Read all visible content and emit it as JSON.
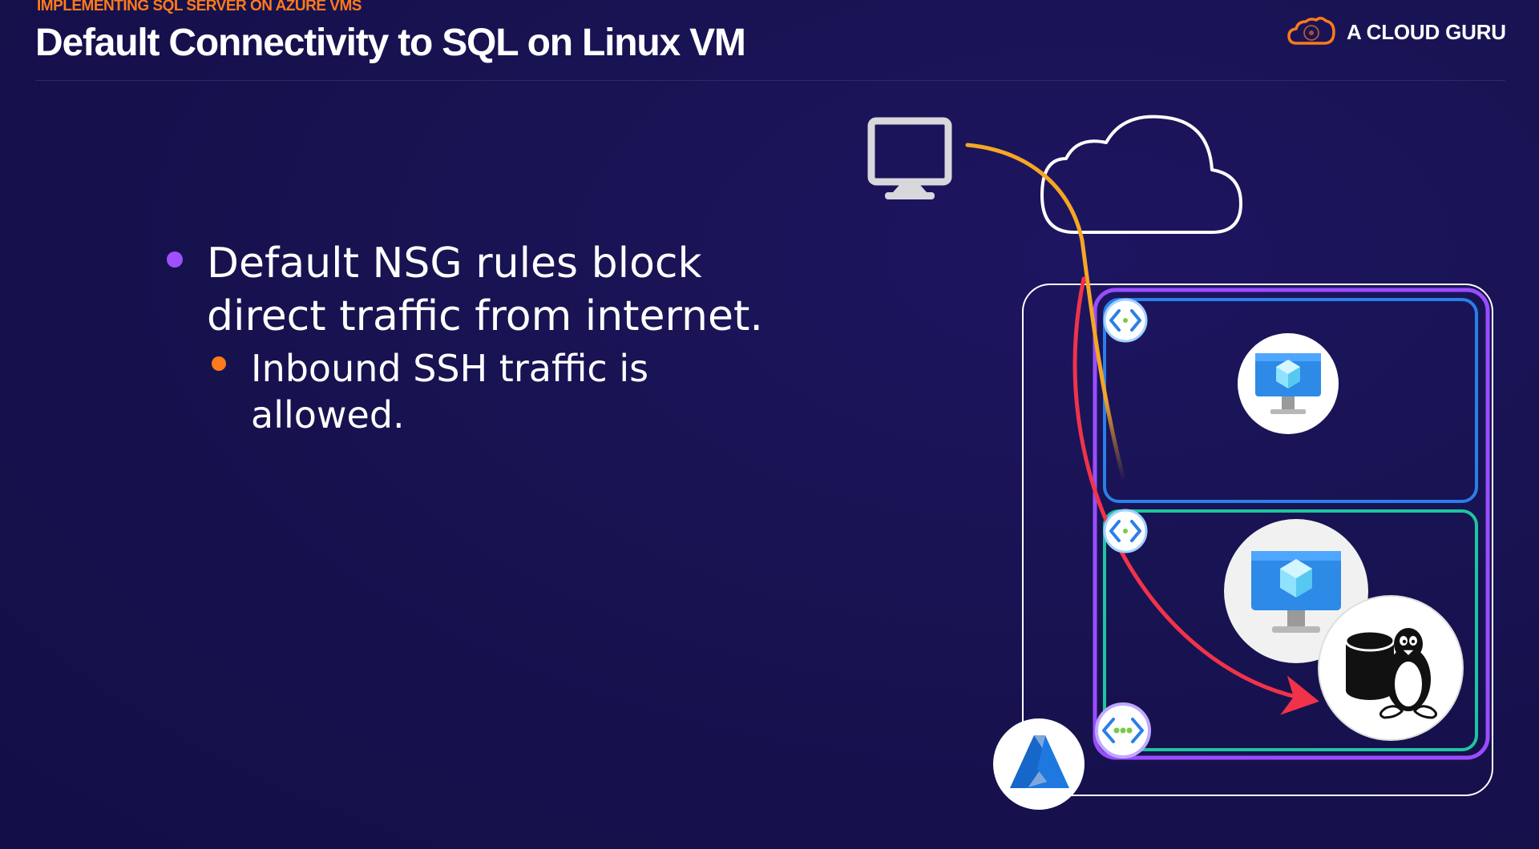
{
  "header": {
    "eyebrow": "IMPLEMENTING SQL SERVER ON AZURE VMS",
    "title": "Default Connectivity to SQL on Linux VM"
  },
  "brand": {
    "name": "A CLOUD GURU",
    "accent": "#ff7a1a"
  },
  "bullets": [
    {
      "text": "Default NSG rules block direct traffic from internet.",
      "color": "#a04fff",
      "children": [
        {
          "text": "Inbound SSH traffic is allowed.",
          "color": "#ff7a1a"
        }
      ]
    }
  ],
  "diagram": {
    "icons": {
      "client": "desktop-monitor-icon",
      "internet": "cloud-icon",
      "platform": "azure-logo-icon",
      "vm": "virtual-machine-icon",
      "database": "database-icon",
      "os": "linux-tux-icon",
      "network": "virtual-network-icon"
    },
    "colors": {
      "region_border": "#ffffff",
      "vnet_border": "#9a4dff",
      "subnet_top_border": "#2a7fe8",
      "subnet_bottom_border": "#1fc4a0",
      "blocked_path": "#f5a623",
      "allowed_path": "#f0334a"
    }
  }
}
